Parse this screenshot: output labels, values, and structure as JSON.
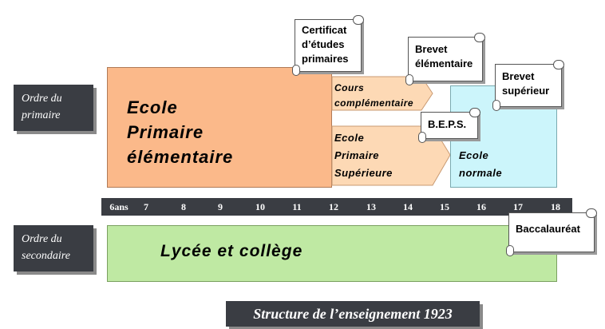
{
  "labels": {
    "primaire": [
      "Ordre du",
      "primaire"
    ],
    "secondaire": [
      "Ordre du",
      "secondaire"
    ]
  },
  "blocks": {
    "ecole_primaire_elementaire": [
      "Ecole",
      "Primaire",
      "élémentaire"
    ],
    "cours_complementaire": [
      "Cours",
      "complémentaire"
    ],
    "ecole_primaire_superieure": [
      "Ecole",
      "Primaire",
      "Supérieure"
    ],
    "ecole_normale": [
      "Ecole",
      "normale"
    ],
    "lycee_college": "Lycée et collège"
  },
  "scrolls": {
    "certificat": [
      "Certificat",
      "d’études",
      "primaires"
    ],
    "brevet_elementaire": [
      "Brevet",
      "élémentaire"
    ],
    "brevet_superieur": [
      "Brevet",
      "supérieur"
    ],
    "beps": "B.E.P.S.",
    "baccalaureat": "Baccalauréat"
  },
  "ages": [
    "6ans",
    "7",
    "8",
    "9",
    "10",
    "11",
    "12",
    "13",
    "14",
    "15",
    "16",
    "17",
    "18"
  ],
  "caption": "Structure de l’enseignement  1923",
  "colors": {
    "primaire": "#fbb98a",
    "superieure": "#fdd9b5",
    "normale": "#ccf5fb",
    "secondaire": "#bfe9a3",
    "dark": "#3a3d43"
  }
}
